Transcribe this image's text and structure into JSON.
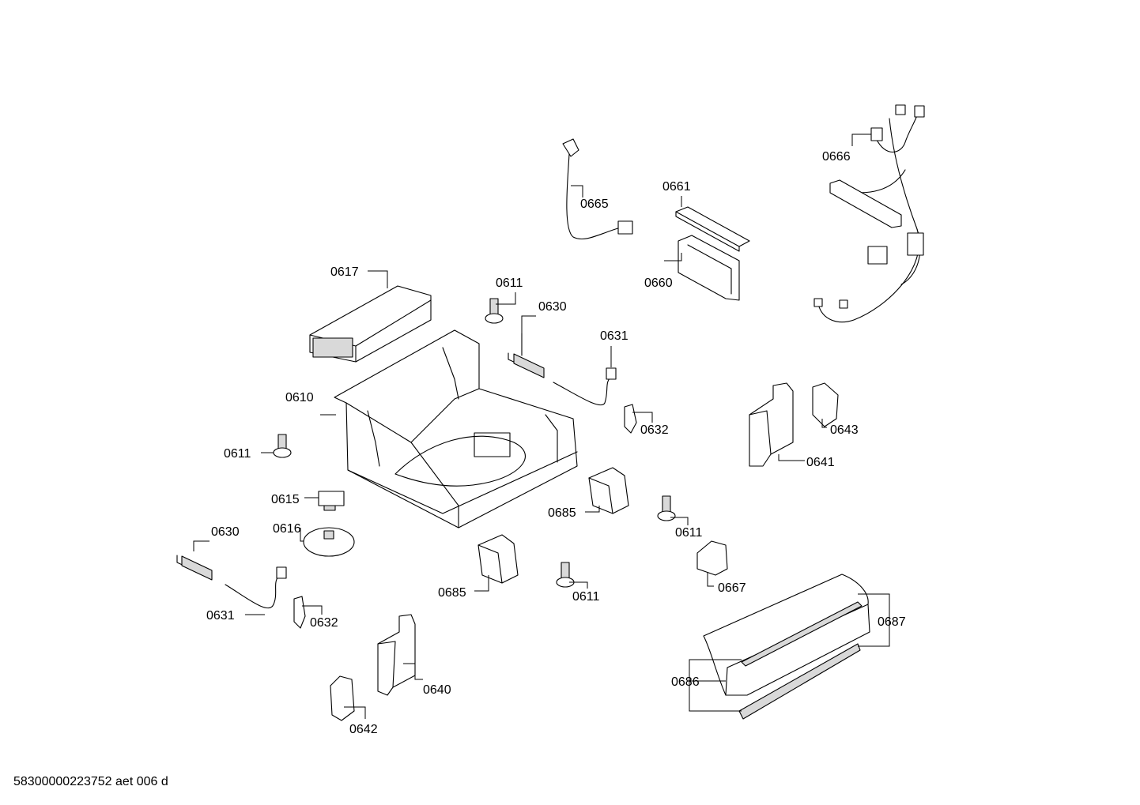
{
  "labels": {
    "p0666": "0666",
    "p0661": "0661",
    "p0665": "0665",
    "p0660": "0660",
    "p0617": "0617",
    "p0611_a": "0611",
    "p0630_a": "0630",
    "p0631_a": "0631",
    "p0610": "0610",
    "p0632_a": "0632",
    "p0643": "0643",
    "p0641": "0641",
    "p0611_b": "0611",
    "p0615": "0615",
    "p0616": "0616",
    "p0685_a": "0685",
    "p0611_c": "0611",
    "p0630_b": "0630",
    "p0667": "0667",
    "p0685_b": "0685",
    "p0611_d": "0611",
    "p0631_b": "0631",
    "p0632_b": "0632",
    "p0687": "0687",
    "p0686": "0686",
    "p0640": "0640",
    "p0642": "0642"
  },
  "footer": {
    "document_id": "58300000223752 aet 006 d"
  }
}
